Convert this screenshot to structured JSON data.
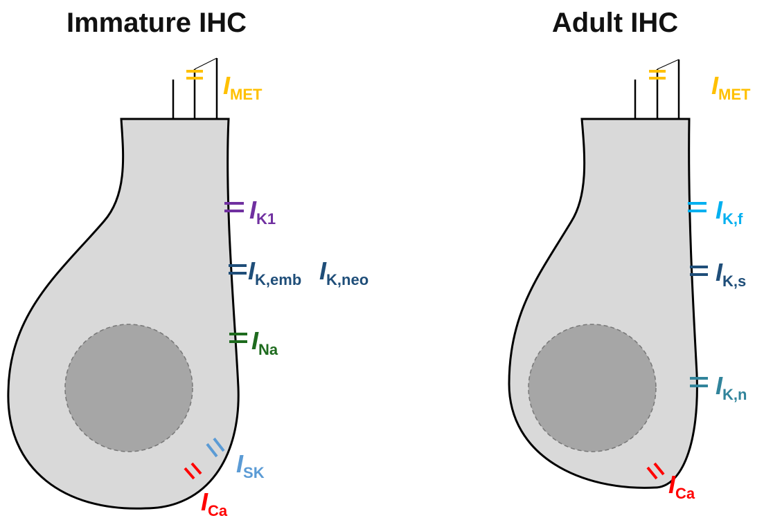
{
  "colors": {
    "cell_fill": "#d9d9d9",
    "nucleus_fill": "#a6a6a6",
    "outline": "#000000",
    "met": "#ffc000",
    "k1": "#7030a0",
    "k_dark_blue": "#1f4e79",
    "na": "#1e6b1e",
    "sk": "#5b9bd5",
    "ca": "#ff0000",
    "k_f": "#00b0f0",
    "k_n": "#31849b"
  },
  "immature": {
    "title": "Immature IHC",
    "currents": {
      "met": {
        "main": "I",
        "sub": "MET"
      },
      "k1": {
        "main": "I",
        "sub": "K1"
      },
      "k_emb": {
        "main": "I",
        "sub": "K,emb"
      },
      "k_neo": {
        "main": "I",
        "sub": "K,neo"
      },
      "na": {
        "main": "I",
        "sub": "Na"
      },
      "sk": {
        "main": "I",
        "sub": "SK"
      },
      "ca": {
        "main": "I",
        "sub": "Ca"
      }
    }
  },
  "adult": {
    "title": "Adult IHC",
    "currents": {
      "met": {
        "main": "I",
        "sub": "MET"
      },
      "k_f": {
        "main": "I",
        "sub": "K,f"
      },
      "k_s": {
        "main": "I",
        "sub": "K,s"
      },
      "k_n": {
        "main": "I",
        "sub": "K,n"
      },
      "ca": {
        "main": "I",
        "sub": "Ca"
      }
    }
  }
}
